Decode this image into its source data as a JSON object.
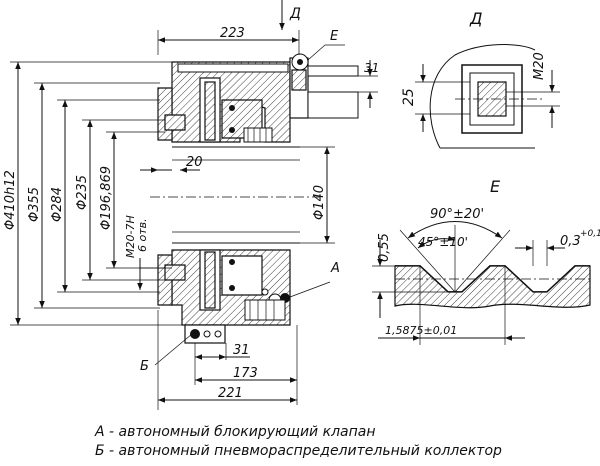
{
  "dims": {
    "overall_length": "223",
    "length_221": "221",
    "length_173": "173",
    "length_31_bottom": "31",
    "length_31_top": "31",
    "length_20": "20",
    "dia_410": "Φ410h12",
    "dia_355": "Φ355",
    "dia_284": "Φ284",
    "dia_235": "Φ235",
    "dia_196": "Φ196,869",
    "dia_140": "Φ140",
    "thread_note_1": "M20-7H",
    "thread_note_2": "6 отв."
  },
  "labels": {
    "view_D_arrow": "Д",
    "view_E_callout": "Е",
    "valve_A": "А",
    "manifold_B": "Б"
  },
  "view_D": {
    "title": "Д",
    "dim_25": "25",
    "thread_M20": "M20"
  },
  "view_E": {
    "title": "Е",
    "angle_total": "90°±20'",
    "angle_half": "45°±10'",
    "depth": "0,55",
    "flat": "0,3",
    "flat_tol": "+0,1",
    "pitch": "1,5875±0,01"
  },
  "legend": {
    "line_A": "А - автономный блокирующий клапан",
    "line_B": "Б - автономный пневмораспределительный коллектор"
  }
}
